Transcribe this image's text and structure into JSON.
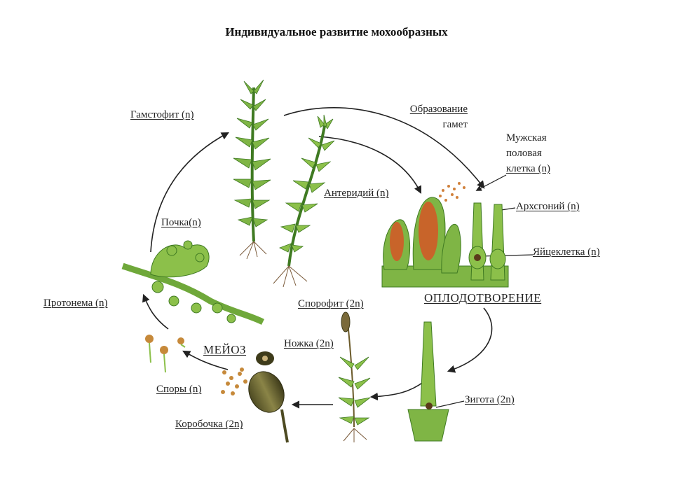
{
  "title": "Индивидуальное развитие мохообразных",
  "labels": {
    "gametophyte": "Гамстофит (n)",
    "gamete_formation_1": "Образование",
    "gamete_formation_2": "гамет",
    "male_cell_1": "Мужская",
    "male_cell_2": "половая",
    "male_cell_3": "клетка (n)",
    "antheridium": "Антеридий (n)",
    "archegonium": "Архсгоний (n)",
    "egg_cell": "Яйцеклетка (n)",
    "fertilization": "ОПЛОДОТВОРЕНИЕ",
    "bud": "Почка(n)",
    "protonema": "Протонема (n)",
    "sporophyte": "Спорофит (2n)",
    "stalk": "Ножка (2n)",
    "meiosis": "МЕЙОЗ",
    "spores": "Споры (n)",
    "capsule": "Коробочка (2n)",
    "zygote": "Зигота (2n)"
  },
  "colors": {
    "leaf_light": "#8cc04a",
    "leaf_dark": "#3f7a22",
    "root": "#7a5a3a",
    "antheridium_fill": "#c8642a",
    "arrow": "#222222"
  }
}
